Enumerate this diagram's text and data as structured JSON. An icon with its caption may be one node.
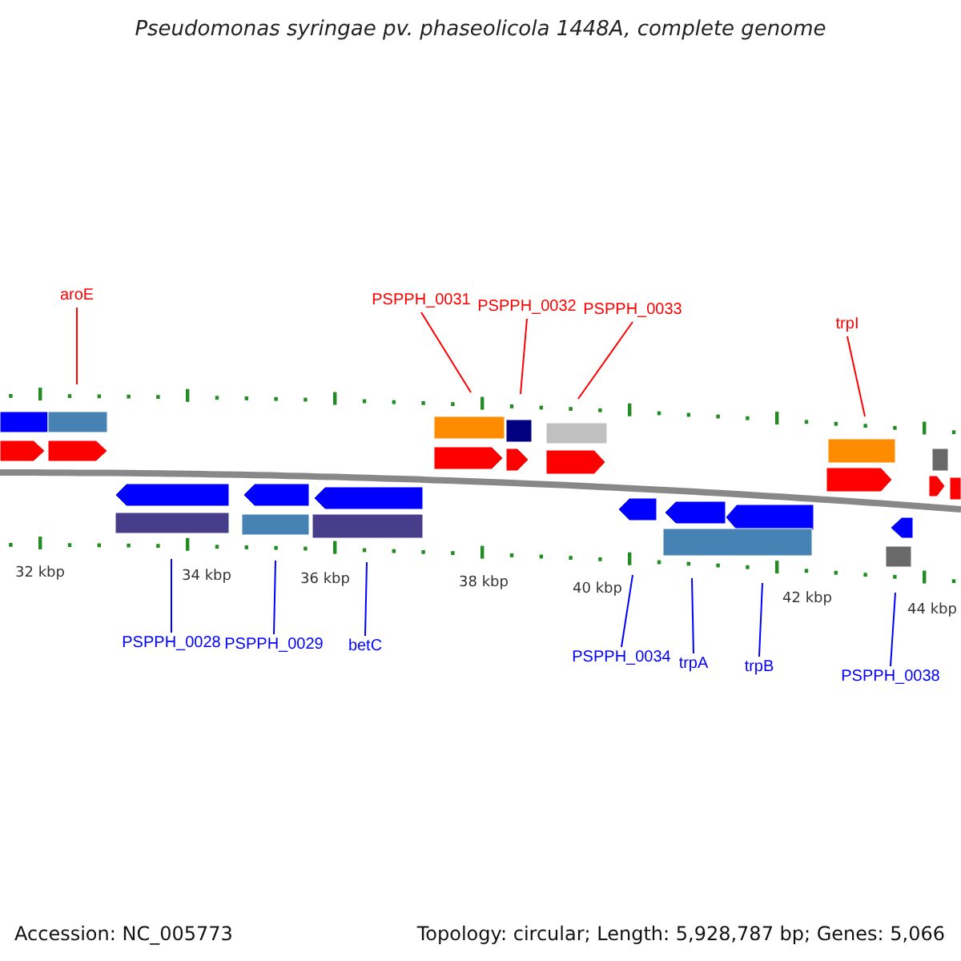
{
  "diagram": {
    "title": "Pseudomonas syringae pv. phaseolicola 1448A, complete genome",
    "nodes": [
      {
        "text": [
          "aroE"
        ]
      },
      {
        "text": [
          "PSPPH_0031"
        ]
      },
      {
        "text": [
          "PSPPH_0032"
        ]
      },
      {
        "text": [
          "PSPPH_0033"
        ]
      },
      {
        "text": [
          "trpI"
        ]
      },
      {
        "text": [
          "PSPPH_0028"
        ]
      },
      {
        "text": [
          "PSPPH_0029"
        ]
      },
      {
        "text": [
          "betC"
        ]
      },
      {
        "text": [
          "PSPPH_0034"
        ]
      },
      {
        "text": [
          "trpA"
        ]
      },
      {
        "text": [
          "trpB"
        ]
      },
      {
        "text": [
          "PSPPH_0038"
        ]
      }
    ],
    "edges": [
      {
        "from": 0,
        "to": null,
        "arrow": "none",
        "color": "#ff0000"
      },
      {
        "from": 1,
        "to": null,
        "arrow": "none",
        "color": "#ff0000"
      },
      {
        "from": 2,
        "to": null,
        "arrow": "none",
        "color": "#ff0000"
      },
      {
        "from": 3,
        "to": null,
        "arrow": "none",
        "color": "#ff0000"
      },
      {
        "from": 4,
        "to": null,
        "arrow": "none",
        "color": "#ff0000"
      },
      {
        "from": 5,
        "to": null,
        "arrow": "none"
      },
      {
        "from": 6,
        "to": null,
        "arrow": "none"
      },
      {
        "from": 7,
        "to": null,
        "arrow": "none"
      },
      {
        "from": 8,
        "to": null,
        "arrow": "none"
      },
      {
        "from": 9,
        "to": null,
        "arrow": "none"
      },
      {
        "from": 10,
        "to": null,
        "arrow": "none"
      },
      {
        "from": 11,
        "to": null,
        "arrow": "none"
      }
    ],
    "labels": [
      "32 kbp",
      "34 kbp",
      "36 kbp",
      "38 kbp",
      "40 kbp",
      "42 kbp",
      "44 kbp",
      "Accession: NC_005773",
      "Topology: circular; Length: 5,928,787 bp; Genes: 5,066"
    ]
  }
}
